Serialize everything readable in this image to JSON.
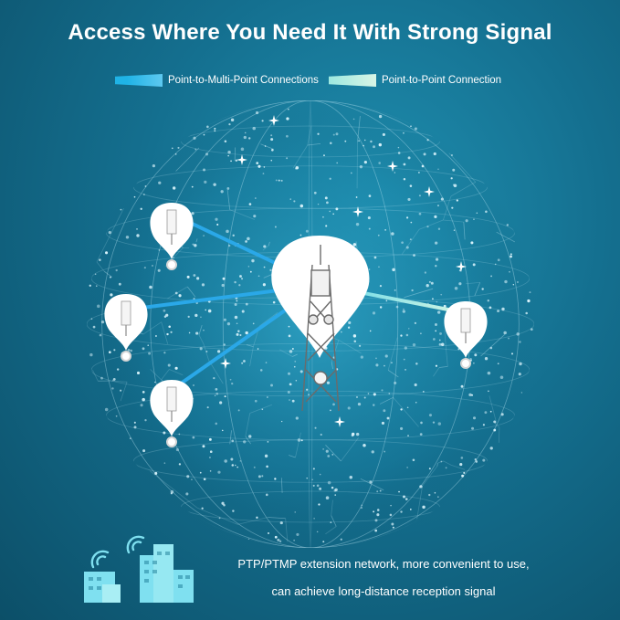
{
  "title": "Access Where You Need It With Strong Signal",
  "legend": {
    "ptmp_label": "Point-to-Multi-Point Connections",
    "ptp_label": "Point-to-Point Connection"
  },
  "caption": {
    "line1": "PTP/PTMP extension network, more convenient to use,",
    "line2": "can achieve long-distance reception signal"
  },
  "colors": {
    "background": "#146f8f",
    "ptmp_line": "#2aa8e8",
    "ptp_line": "#b6ecdc",
    "pin": "#ffffff",
    "globe_dots": "#cfeefa",
    "buildings": "#7fe0f0"
  },
  "icons": [
    "cell-tower-icon",
    "cpe-device-icon",
    "wifi-signal-icon",
    "city-buildings-icon"
  ]
}
